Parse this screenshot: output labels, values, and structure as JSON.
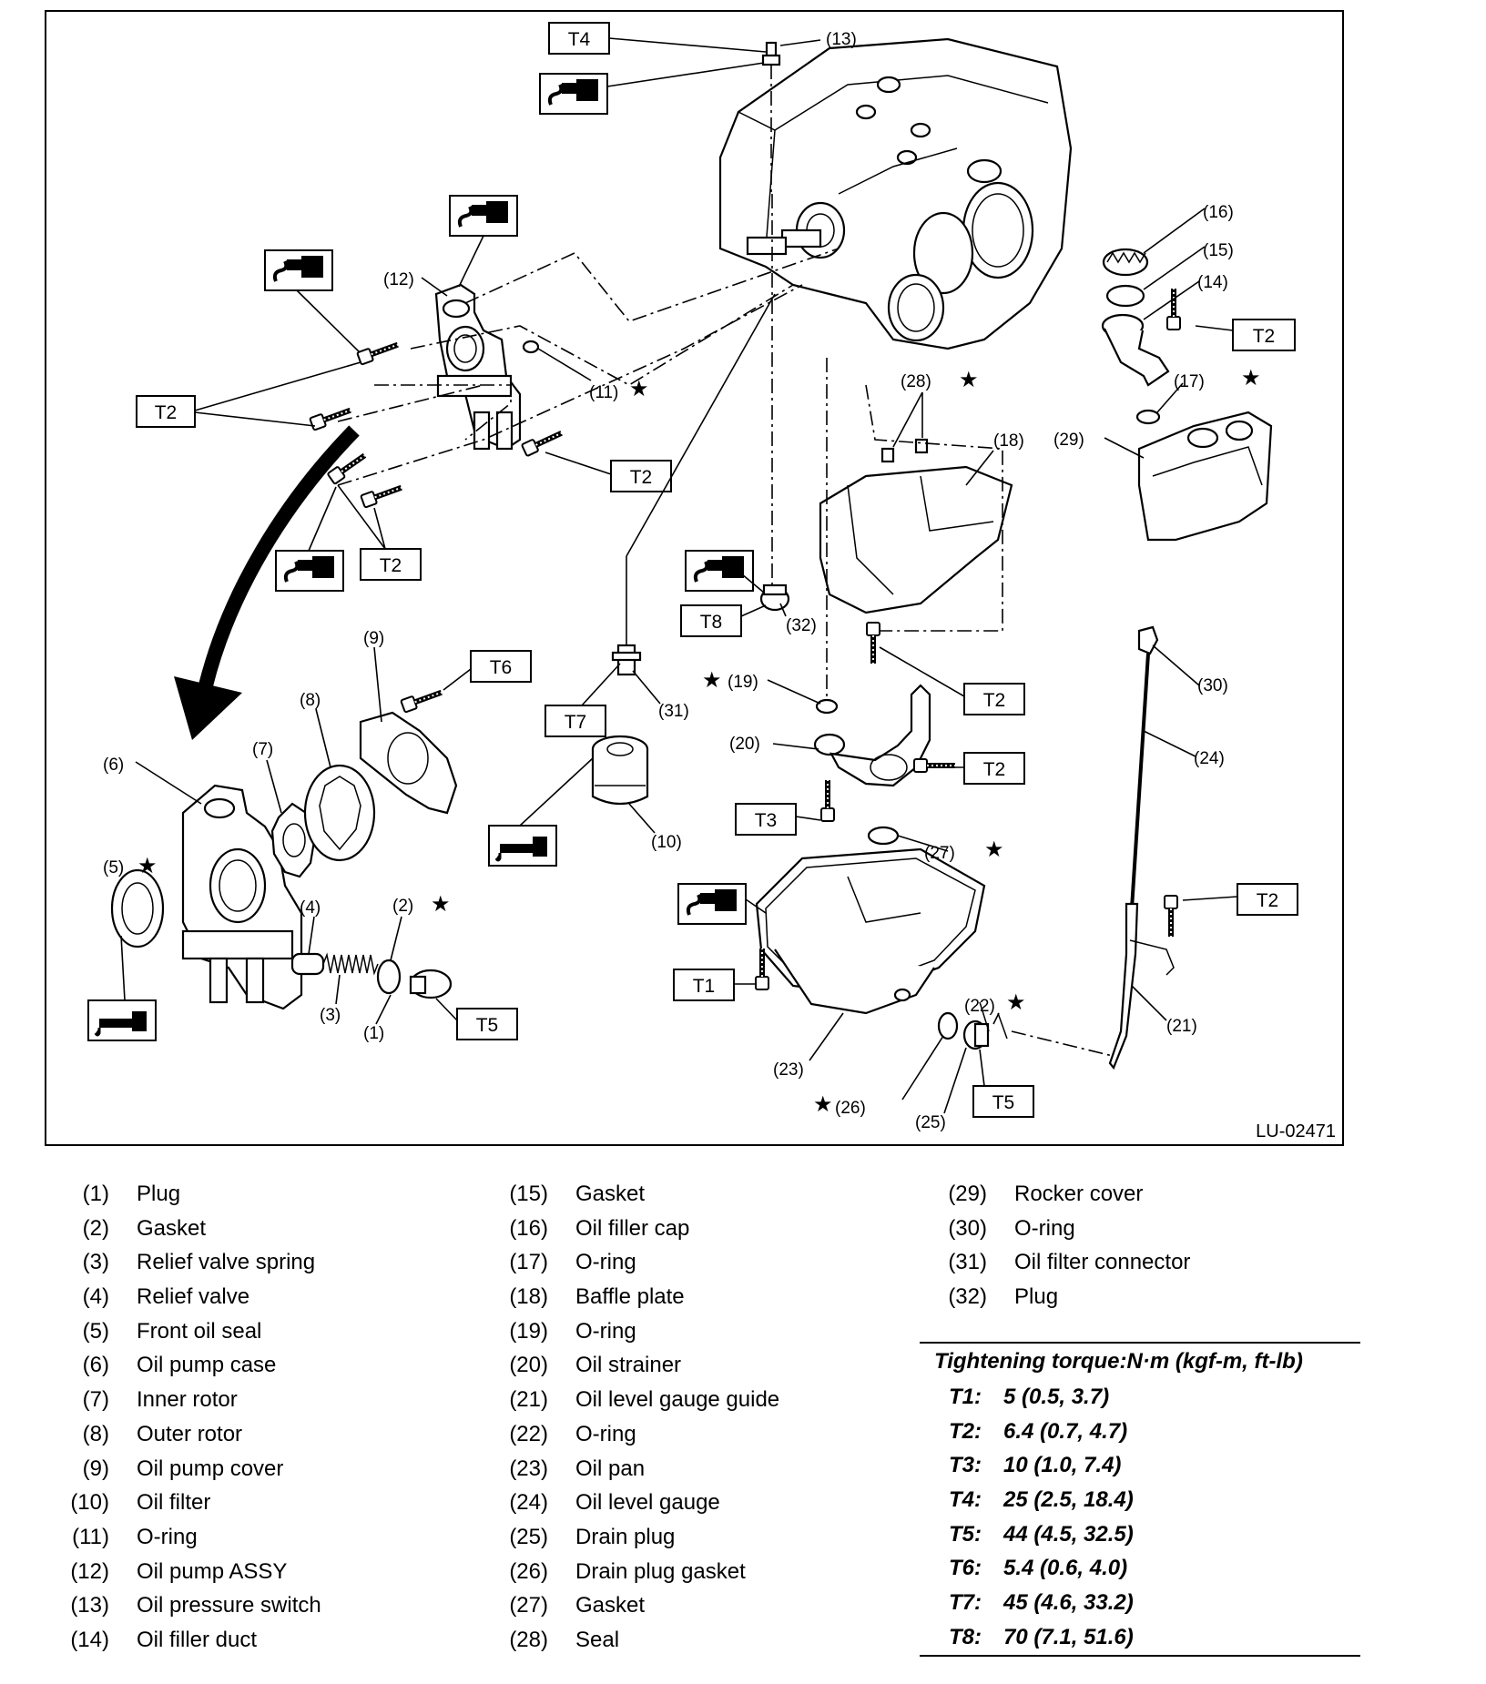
{
  "diagram": {
    "reference_code": "LU-02471",
    "torque_labels": [
      "T1",
      "T2",
      "T3",
      "T4",
      "T5",
      "T6",
      "T7",
      "T8"
    ],
    "part_numbers": [
      "(1)",
      "(2)",
      "(3)",
      "(4)",
      "(5)",
      "(6)",
      "(7)",
      "(8)",
      "(9)",
      "(10)",
      "(11)",
      "(12)",
      "(13)",
      "(14)",
      "(15)",
      "(16)",
      "(17)",
      "(18)",
      "(19)",
      "(20)",
      "(21)",
      "(22)",
      "(23)",
      "(24)",
      "(25)",
      "(26)",
      "(27)",
      "(28)",
      "(29)",
      "(30)",
      "(31)",
      "(32)"
    ],
    "star_symbol": "★"
  },
  "legend": {
    "columns": [
      [
        {
          "num": "(1)",
          "name": "Plug"
        },
        {
          "num": "(2)",
          "name": "Gasket"
        },
        {
          "num": "(3)",
          "name": "Relief valve spring"
        },
        {
          "num": "(4)",
          "name": "Relief valve"
        },
        {
          "num": "(5)",
          "name": "Front oil seal"
        },
        {
          "num": "(6)",
          "name": "Oil pump case"
        },
        {
          "num": "(7)",
          "name": "Inner rotor"
        },
        {
          "num": "(8)",
          "name": "Outer rotor"
        },
        {
          "num": "(9)",
          "name": "Oil pump cover"
        },
        {
          "num": "(10)",
          "name": "Oil filter"
        },
        {
          "num": "(11)",
          "name": "O-ring"
        },
        {
          "num": "(12)",
          "name": "Oil pump ASSY"
        },
        {
          "num": "(13)",
          "name": "Oil pressure switch"
        },
        {
          "num": "(14)",
          "name": "Oil filler duct"
        }
      ],
      [
        {
          "num": "(15)",
          "name": "Gasket"
        },
        {
          "num": "(16)",
          "name": "Oil filler cap"
        },
        {
          "num": "(17)",
          "name": "O-ring"
        },
        {
          "num": "(18)",
          "name": "Baffle plate"
        },
        {
          "num": "(19)",
          "name": "O-ring"
        },
        {
          "num": "(20)",
          "name": "Oil strainer"
        },
        {
          "num": "(21)",
          "name": "Oil level gauge guide"
        },
        {
          "num": "(22)",
          "name": "O-ring"
        },
        {
          "num": "(23)",
          "name": "Oil pan"
        },
        {
          "num": "(24)",
          "name": "Oil level gauge"
        },
        {
          "num": "(25)",
          "name": "Drain plug"
        },
        {
          "num": "(26)",
          "name": "Drain plug gasket"
        },
        {
          "num": "(27)",
          "name": "Gasket"
        },
        {
          "num": "(28)",
          "name": "Seal"
        }
      ],
      [
        {
          "num": "(29)",
          "name": "Rocker cover"
        },
        {
          "num": "(30)",
          "name": "O-ring"
        },
        {
          "num": "(31)",
          "name": "Oil filter connector"
        },
        {
          "num": "(32)",
          "name": "Plug"
        }
      ]
    ]
  },
  "torque": {
    "title": "Tightening torque:N·m (kgf-m, ft-lb)",
    "rows": [
      {
        "code": "T1:",
        "value": "5 (0.5, 3.7)"
      },
      {
        "code": "T2:",
        "value": "6.4 (0.7, 4.7)"
      },
      {
        "code": "T3:",
        "value": "10 (1.0, 7.4)"
      },
      {
        "code": "T4:",
        "value": "25 (2.5, 18.4)"
      },
      {
        "code": "T5:",
        "value": "44 (4.5, 32.5)"
      },
      {
        "code": "T6:",
        "value": "5.4 (0.6, 4.0)"
      },
      {
        "code": "T7:",
        "value": "45 (4.6, 33.2)"
      },
      {
        "code": "T8:",
        "value": "70 (7.1, 51.6)"
      }
    ]
  }
}
